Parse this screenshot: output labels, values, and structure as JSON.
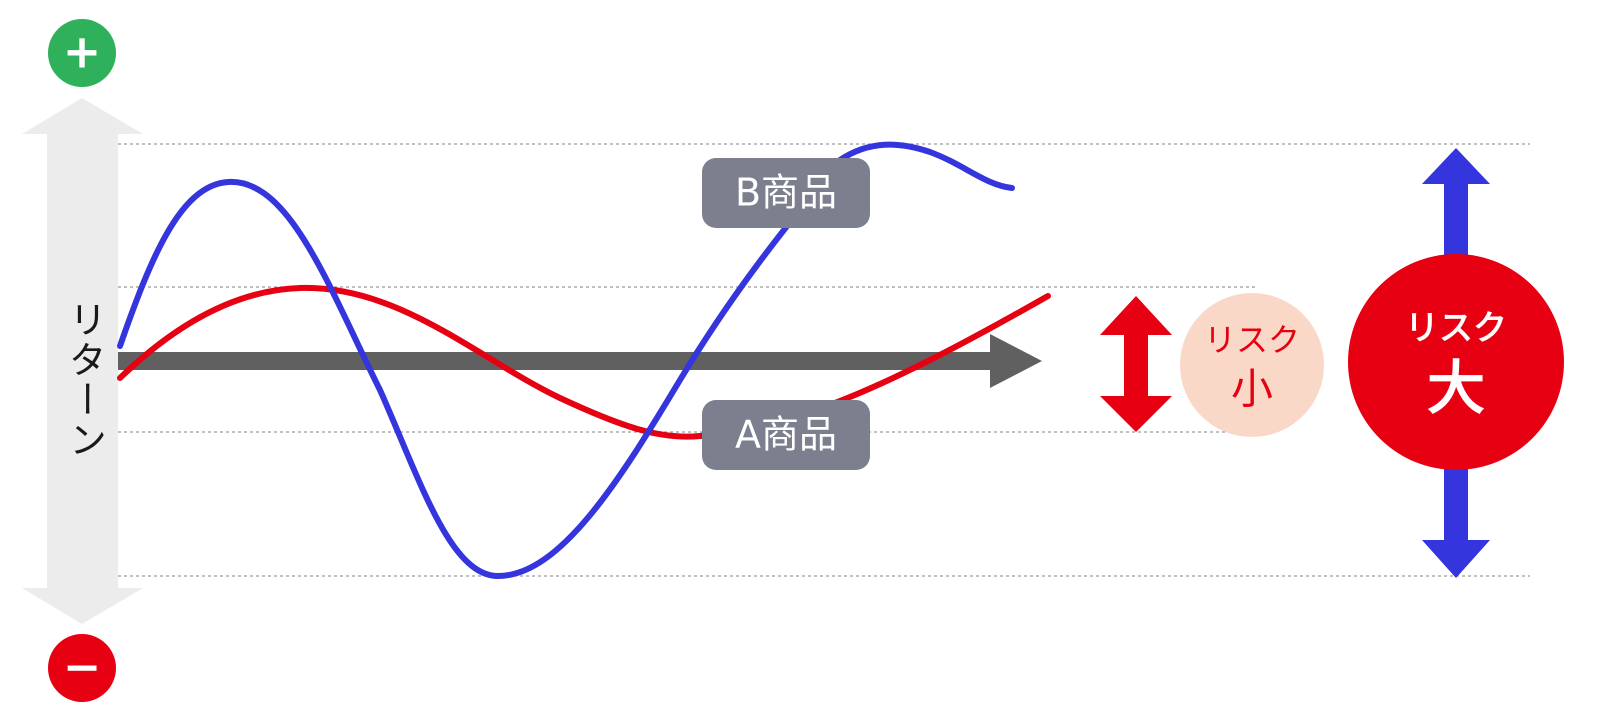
{
  "axis": {
    "label": "リターン",
    "plus_symbol": "+",
    "minus_symbol": "−"
  },
  "tags": {
    "product_b": "B商品",
    "product_a": "A商品"
  },
  "risk_small": {
    "line1": "リスク",
    "line2": "小"
  },
  "risk_large": {
    "line1": "リスク",
    "line2": "大"
  },
  "colors": {
    "product_a_line": "#e60012",
    "product_b_line": "#3535dd",
    "time_arrow": "#606060",
    "tag_bg": "#7b7f8e",
    "plus_badge": "#2fb05a",
    "minus_badge": "#e60012",
    "risk_small_bg": "#f9d8c8",
    "risk_small_text": "#e60012",
    "risk_large_bg": "#e60012",
    "axis_arrow": "#ececec",
    "grid": "#9a9a9a"
  }
}
